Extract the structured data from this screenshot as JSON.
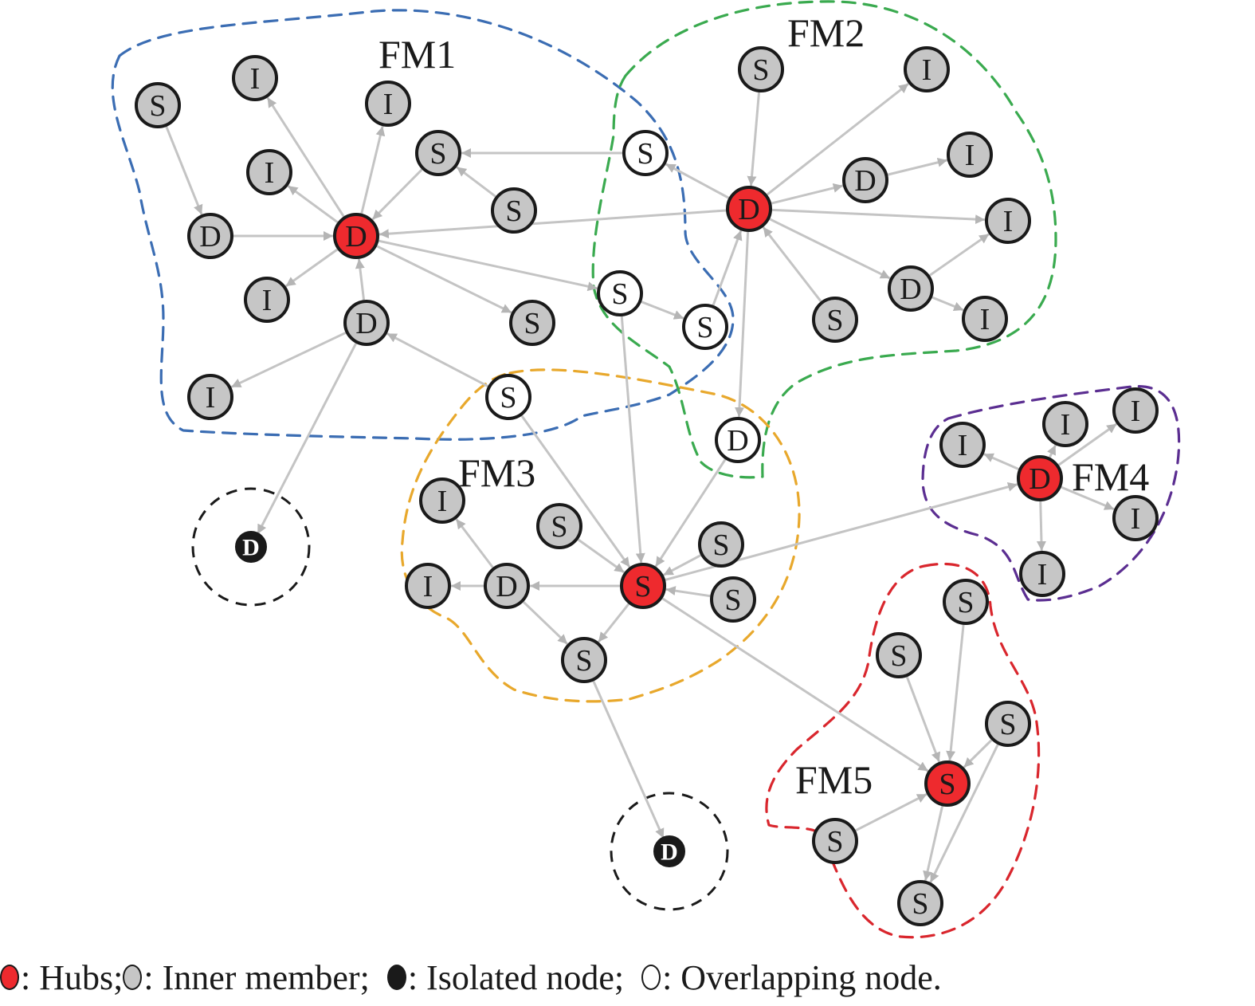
{
  "colors": {
    "hub": "#ee2a2e",
    "inner": "#c6c6c6",
    "isolated": "#1a1a1a",
    "overlapping": "#ffffff",
    "edge": "#c4c4c4",
    "FM1": "#3b6db3",
    "FM2": "#3aaa4f",
    "FM3": "#e8a82c",
    "FM4": "#5b2e91",
    "FM5": "#d9262d"
  },
  "modules": [
    {
      "id": "FM1",
      "label": "FM1"
    },
    {
      "id": "FM2",
      "label": "FM2"
    },
    {
      "id": "FM3",
      "label": "FM3"
    },
    {
      "id": "FM4",
      "label": "FM4"
    },
    {
      "id": "FM5",
      "label": "FM5"
    }
  ],
  "nodes": [
    {
      "id": "n1",
      "label": "D",
      "type": "hub",
      "module": "FM1"
    },
    {
      "id": "n2",
      "label": "S",
      "type": "inner",
      "module": "FM1"
    },
    {
      "id": "n3",
      "label": "I",
      "type": "inner",
      "module": "FM1"
    },
    {
      "id": "n4",
      "label": "I",
      "type": "inner",
      "module": "FM1"
    },
    {
      "id": "n5",
      "label": "I",
      "type": "inner",
      "module": "FM1"
    },
    {
      "id": "n6",
      "label": "S",
      "type": "inner",
      "module": "FM1"
    },
    {
      "id": "n7",
      "label": "S",
      "type": "inner",
      "module": "FM1"
    },
    {
      "id": "n8",
      "label": "D",
      "type": "inner",
      "module": "FM1"
    },
    {
      "id": "n9",
      "label": "I",
      "type": "inner",
      "module": "FM1"
    },
    {
      "id": "n10",
      "label": "D",
      "type": "inner",
      "module": "FM1"
    },
    {
      "id": "n11",
      "label": "S",
      "type": "inner",
      "module": "FM1"
    },
    {
      "id": "n12",
      "label": "I",
      "type": "inner",
      "module": "FM1"
    },
    {
      "id": "n13",
      "label": "D",
      "type": "hub",
      "module": "FM2"
    },
    {
      "id": "n14",
      "label": "S",
      "type": "inner",
      "module": "FM2"
    },
    {
      "id": "n15",
      "label": "I",
      "type": "inner",
      "module": "FM2"
    },
    {
      "id": "n16",
      "label": "D",
      "type": "inner",
      "module": "FM2"
    },
    {
      "id": "n17",
      "label": "I",
      "type": "inner",
      "module": "FM2"
    },
    {
      "id": "n18",
      "label": "I",
      "type": "inner",
      "module": "FM2"
    },
    {
      "id": "n19",
      "label": "D",
      "type": "inner",
      "module": "FM2"
    },
    {
      "id": "n20",
      "label": "I",
      "type": "inner",
      "module": "FM2"
    },
    {
      "id": "n21",
      "label": "S",
      "type": "inner",
      "module": "FM2"
    },
    {
      "id": "o1",
      "label": "S",
      "type": "overlapping",
      "module": "FM1/FM2"
    },
    {
      "id": "o2",
      "label": "S",
      "type": "overlapping",
      "module": "FM1/FM2"
    },
    {
      "id": "o3",
      "label": "S",
      "type": "overlapping",
      "module": "FM1/FM2"
    },
    {
      "id": "o4",
      "label": "S",
      "type": "overlapping",
      "module": "FM1/FM3"
    },
    {
      "id": "o5",
      "label": "D",
      "type": "overlapping",
      "module": "FM2/FM3"
    },
    {
      "id": "n22",
      "label": "S",
      "type": "hub",
      "module": "FM3"
    },
    {
      "id": "n23",
      "label": "I",
      "type": "inner",
      "module": "FM3"
    },
    {
      "id": "n24",
      "label": "I",
      "type": "inner",
      "module": "FM3"
    },
    {
      "id": "n25",
      "label": "D",
      "type": "inner",
      "module": "FM3"
    },
    {
      "id": "n26",
      "label": "S",
      "type": "inner",
      "module": "FM3"
    },
    {
      "id": "n27",
      "label": "S",
      "type": "inner",
      "module": "FM3"
    },
    {
      "id": "n28",
      "label": "S",
      "type": "inner",
      "module": "FM3"
    },
    {
      "id": "n29",
      "label": "S",
      "type": "inner",
      "module": "FM3"
    },
    {
      "id": "n30",
      "label": "D",
      "type": "hub",
      "module": "FM4"
    },
    {
      "id": "n31",
      "label": "I",
      "type": "inner",
      "module": "FM4"
    },
    {
      "id": "n32",
      "label": "I",
      "type": "inner",
      "module": "FM4"
    },
    {
      "id": "n33",
      "label": "I",
      "type": "inner",
      "module": "FM4"
    },
    {
      "id": "n34",
      "label": "I",
      "type": "inner",
      "module": "FM4"
    },
    {
      "id": "n35",
      "label": "I",
      "type": "inner",
      "module": "FM4"
    },
    {
      "id": "n36",
      "label": "S",
      "type": "hub",
      "module": "FM5"
    },
    {
      "id": "n37",
      "label": "S",
      "type": "inner",
      "module": "FM5"
    },
    {
      "id": "n38",
      "label": "S",
      "type": "inner",
      "module": "FM5"
    },
    {
      "id": "n39",
      "label": "S",
      "type": "inner",
      "module": "FM5"
    },
    {
      "id": "n40",
      "label": "S",
      "type": "inner",
      "module": "FM5"
    },
    {
      "id": "n41",
      "label": "S",
      "type": "inner",
      "module": "FM5"
    },
    {
      "id": "iso1",
      "label": "D",
      "type": "isolated",
      "module": ""
    },
    {
      "id": "iso2",
      "label": "D",
      "type": "isolated",
      "module": ""
    }
  ],
  "edges": [
    [
      "n1",
      "n3"
    ],
    [
      "n1",
      "n4"
    ],
    [
      "n1",
      "n5"
    ],
    [
      "n6",
      "n1"
    ],
    [
      "n8",
      "n1"
    ],
    [
      "n1",
      "n9"
    ],
    [
      "n10",
      "n1"
    ],
    [
      "n1",
      "n11"
    ],
    [
      "n2",
      "n8"
    ],
    [
      "n7",
      "n6"
    ],
    [
      "o1",
      "n6"
    ],
    [
      "n13",
      "n1"
    ],
    [
      "n1",
      "o2"
    ],
    [
      "n13",
      "o1"
    ],
    [
      "n14",
      "n13"
    ],
    [
      "n13",
      "n15"
    ],
    [
      "n13",
      "n16"
    ],
    [
      "n16",
      "n17"
    ],
    [
      "n13",
      "n18"
    ],
    [
      "n13",
      "n19"
    ],
    [
      "n19",
      "n18"
    ],
    [
      "n19",
      "n20"
    ],
    [
      "n21",
      "n13"
    ],
    [
      "o3",
      "n13"
    ],
    [
      "o2",
      "o3"
    ],
    [
      "n13",
      "o5"
    ],
    [
      "n10",
      "n12"
    ],
    [
      "o4",
      "n10"
    ],
    [
      "n10",
      "iso1"
    ],
    [
      "o4",
      "n22"
    ],
    [
      "o2",
      "n22"
    ],
    [
      "o5",
      "n22"
    ],
    [
      "n22",
      "n25"
    ],
    [
      "n25",
      "n23"
    ],
    [
      "n25",
      "n24"
    ],
    [
      "n26",
      "n22"
    ],
    [
      "n27",
      "n22"
    ],
    [
      "n28",
      "n22"
    ],
    [
      "n22",
      "n29"
    ],
    [
      "n25",
      "n29"
    ],
    [
      "n29",
      "iso2"
    ],
    [
      "n22",
      "n30"
    ],
    [
      "n30",
      "n31"
    ],
    [
      "n30",
      "n32"
    ],
    [
      "n30",
      "n33"
    ],
    [
      "n30",
      "n34"
    ],
    [
      "n30",
      "n35"
    ],
    [
      "n22",
      "n36"
    ],
    [
      "n37",
      "n36"
    ],
    [
      "n38",
      "n36"
    ],
    [
      "n39",
      "n36"
    ],
    [
      "n40",
      "n36"
    ],
    [
      "n36",
      "n41"
    ],
    [
      "n39",
      "n41"
    ]
  ],
  "legend": [
    {
      "type": "hub",
      "text": ": Hubs;"
    },
    {
      "type": "inner",
      "text": ": Inner member;  "
    },
    {
      "type": "isolated",
      "text": ": Isolated node;  "
    },
    {
      "type": "overlapping",
      "text": ": Overlapping node."
    }
  ]
}
